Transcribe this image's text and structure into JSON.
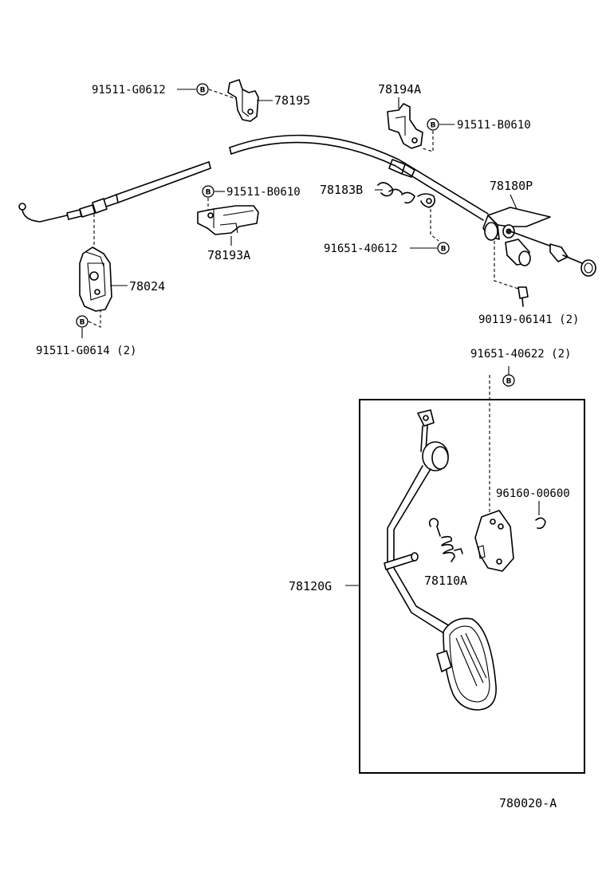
{
  "diagram": {
    "bolt_marker_letter": "B",
    "labels": {
      "p_91511_G0612": "91511-G0612",
      "p_78195": "78195",
      "p_78194A": "78194A",
      "p_91511_B0610_a": "91511-B0610",
      "p_91511_B0610_b": "91511-B0610",
      "p_78183B": "78183B",
      "p_78180P": "78180P",
      "p_78193A": "78193A",
      "p_91651_40612": "91651-40612",
      "p_78024": "78024",
      "p_90119_06141": "90119-06141 (2)",
      "p_91511_G0614": "91511-G0614 (2)",
      "p_91651_40622": "91651-40622 (2)",
      "p_96160_00600": "96160-00600",
      "p_78110A": "78110A",
      "p_78120G": "78120G",
      "figure_ref": "780020-A"
    }
  }
}
